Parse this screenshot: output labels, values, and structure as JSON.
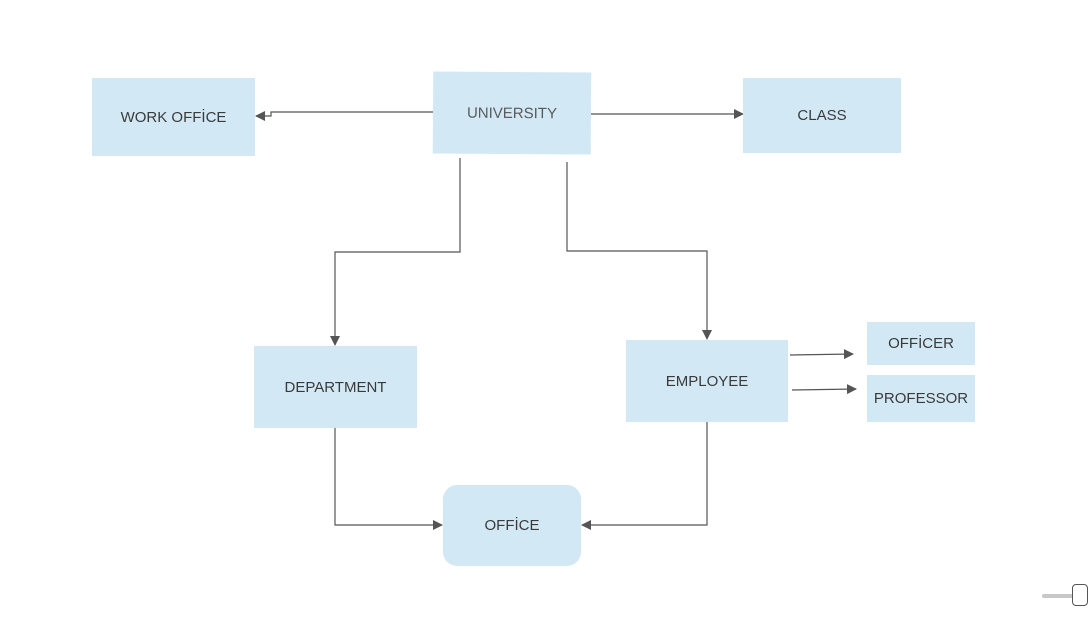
{
  "colors": {
    "node_fill": "#d2e8f5",
    "edge": "#555555",
    "text": "#3a3a3a"
  },
  "nodes": {
    "work_office": "WORK OFFİCE",
    "university": "UNIVERSITY",
    "class": "CLASS",
    "department": "DEPARTMENT",
    "employee": "EMPLOYEE",
    "officer": "OFFİCER",
    "professor": "PROFESSOR",
    "office": "OFFİCE"
  },
  "edges": [
    {
      "from": "university",
      "to": "work_office"
    },
    {
      "from": "university",
      "to": "class"
    },
    {
      "from": "university",
      "to": "department"
    },
    {
      "from": "university",
      "to": "employee"
    },
    {
      "from": "employee",
      "to": "officer"
    },
    {
      "from": "employee",
      "to": "professor"
    },
    {
      "from": "department",
      "to": "office"
    },
    {
      "from": "employee",
      "to": "office"
    }
  ]
}
